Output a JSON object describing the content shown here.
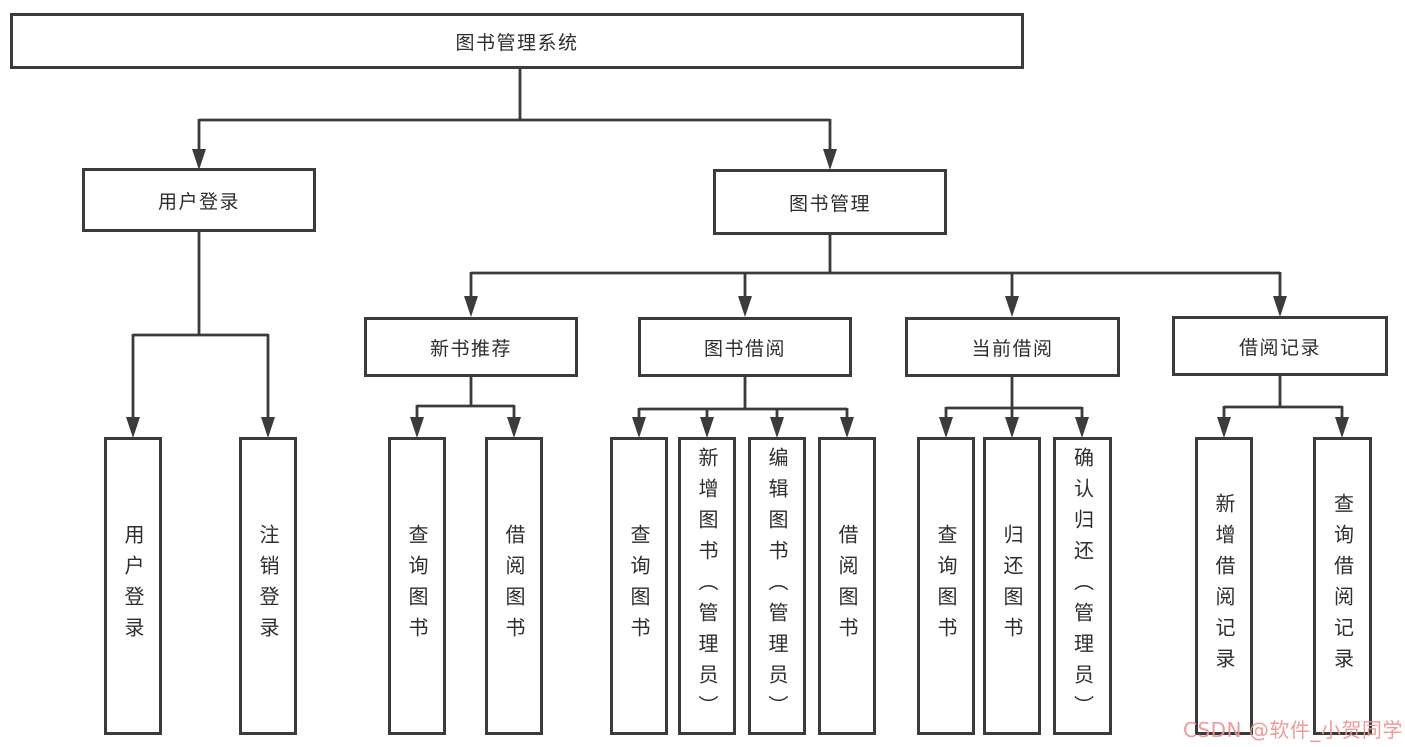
{
  "tree": {
    "label": "图书管理系统",
    "children": [
      {
        "label": "用户登录",
        "children": [
          {
            "label": "用户登录"
          },
          {
            "label": "注销登录"
          }
        ]
      },
      {
        "label": "图书管理",
        "children": [
          {
            "label": "新书推荐",
            "children": [
              {
                "label": "查询图书"
              },
              {
                "label": "借阅图书"
              }
            ]
          },
          {
            "label": "图书借阅",
            "children": [
              {
                "label": "查询图书"
              },
              {
                "label": "新增图书（管理员）"
              },
              {
                "label": "编辑图书（管理员）"
              },
              {
                "label": "借阅图书"
              }
            ]
          },
          {
            "label": "当前借阅",
            "children": [
              {
                "label": "查询图书"
              },
              {
                "label": "归还图书"
              },
              {
                "label": "确认归还（管理员）"
              }
            ]
          },
          {
            "label": "借阅记录",
            "children": [
              {
                "label": "新增借阅记录"
              },
              {
                "label": "查询借阅记录"
              }
            ]
          }
        ]
      }
    ]
  },
  "watermark": {
    "text": "CSDN @软件_小贺同学",
    "color": "#ec9696"
  },
  "colors": {
    "line": "#3b3b3b",
    "box_border": "#3b3b3b",
    "text": "#2e2e2e",
    "background": "#ffffff"
  }
}
